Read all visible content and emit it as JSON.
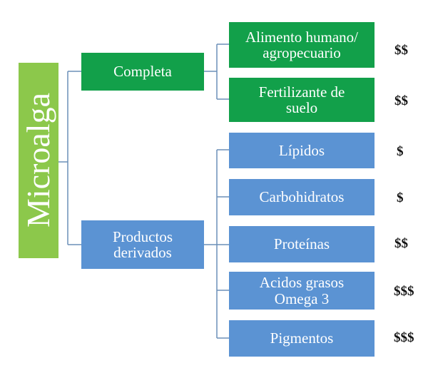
{
  "root": {
    "label": "Microalga"
  },
  "branches": [
    {
      "label": "Completa",
      "items": [
        {
          "label": "Alimento humano/ agropecuario",
          "price": "$$"
        },
        {
          "label": "Fertilizante de suelo",
          "price": "$$"
        }
      ]
    },
    {
      "label": "Productos derivados",
      "items": [
        {
          "label": "Lípidos",
          "price": "$"
        },
        {
          "label": "Carbohidratos",
          "price": "$"
        },
        {
          "label": "Proteínas",
          "price": "$$"
        },
        {
          "label": "Acidos grasos Omega 3",
          "price": "$$$"
        },
        {
          "label": "Pigmentos",
          "price": "$$$"
        }
      ]
    }
  ],
  "colors": {
    "root": "#8cc84b",
    "branch_completa": "#12a04a",
    "branch_derivados": "#5b93d3",
    "connector": "#6b8fb8"
  }
}
